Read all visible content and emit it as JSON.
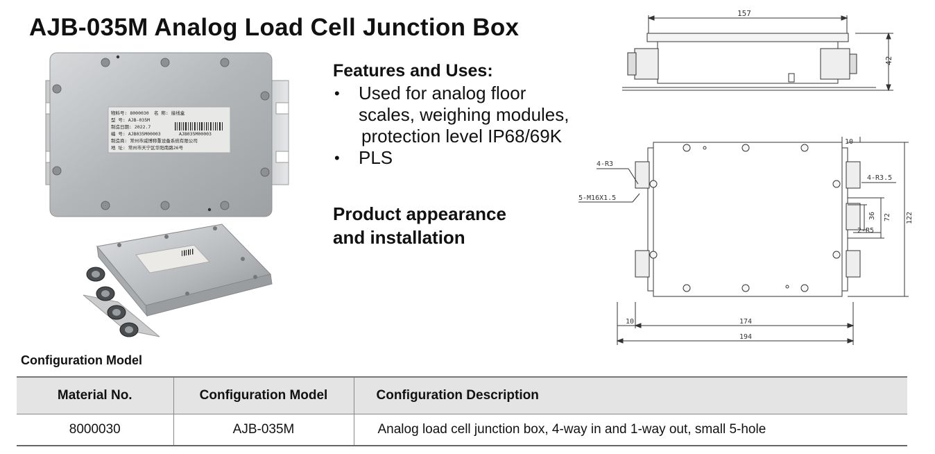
{
  "title": "AJB-035M Analog Load Cell Junction Box",
  "features": {
    "heading": "Features and Uses:",
    "items": [
      {
        "bullet": "•",
        "lines": [
          "Used for analog floor",
          "scales, weighing modules,",
          "protection level IP68/69K"
        ]
      },
      {
        "bullet": "•",
        "lines": [
          "PLS"
        ]
      }
    ]
  },
  "appearance": {
    "line1": "Product appearance",
    "line2": "and installation"
  },
  "label": {
    "material": "物料号: 8000030",
    "name": "名 称: 接线盒",
    "model": "型 号: AJB-035M",
    "date": "制造日期: 2022.7",
    "serial": "编 号: AJB035M00003",
    "barcode_text": "AJB035M00003",
    "maker": "制造商: 常州市威博称重设备系统有限公司",
    "address": "地 址: 常州市天宁区华阳南路26号"
  },
  "drawing": {
    "side_width": "157",
    "side_height": "42",
    "hole_radius": "4-R3",
    "thread": "5-M16X1.5",
    "flange": "10",
    "corner_radius": "4-R3.5",
    "dim_36": "36",
    "dim_72": "72",
    "dim_122": "122",
    "slot_radius": "2-R5",
    "bottom_left": "10",
    "inner_length": "174",
    "overall_length": "194"
  },
  "config": {
    "title": "Configuration Model",
    "headers": [
      "Material No.",
      "Configuration Model",
      "Configuration Description"
    ],
    "rows": [
      [
        "8000030",
        "AJB-035M",
        "Analog load cell junction box, 4-way in and 1-way out, small 5-hole"
      ]
    ]
  },
  "colors": {
    "header_bg": "#e4e4e4",
    "metal": "#b9bcbf",
    "drawing_line": "#333333"
  }
}
